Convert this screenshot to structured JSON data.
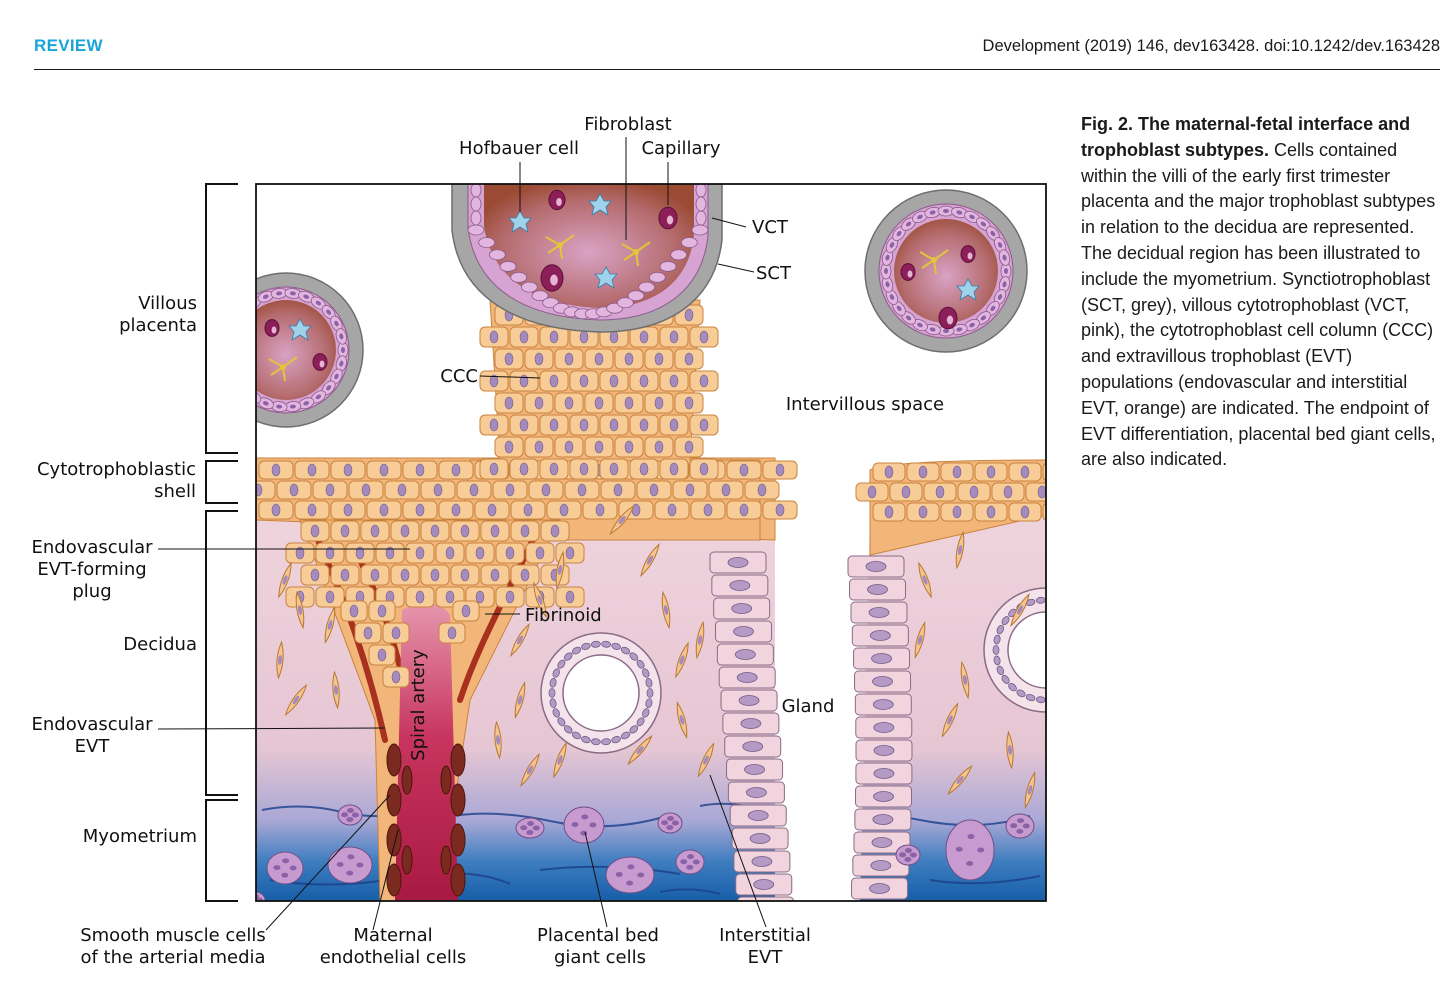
{
  "header": {
    "section": "REVIEW",
    "citation": "Development (2019) 146, dev163428. doi:10.1242/dev.163428"
  },
  "figure": {
    "bracket_labels": {
      "villous_1": "Villous",
      "villous_2": "placenta",
      "shell_1": "Cytotrophoblastic",
      "shell_2": "shell",
      "plug_1": "Endovascular",
      "plug_2": "EVT-forming",
      "plug_3": "plug",
      "decidua": "Decidua",
      "evt_1": "Endovascular",
      "evt_2": "EVT",
      "myometrium": "Myometrium"
    },
    "top_labels": {
      "fibroblast": "Fibroblast",
      "hofbauer": "Hofbauer cell",
      "capillary": "Capillary",
      "vct": "VCT",
      "sct": "SCT"
    },
    "inner_labels": {
      "ccc": "CCC",
      "intervillous": "Intervillous space",
      "fibrinoid": "Fibrinoid",
      "spiral": "Spiral artery",
      "gland": "Gland"
    },
    "bottom_labels": {
      "smooth_1": "Smooth muscle cells",
      "smooth_2": "of the arterial media",
      "endo_1": "Maternal",
      "endo_2": "endothelial cells",
      "giant_1": "Placental bed",
      "giant_2": "giant cells",
      "interstitial_1": "Interstitial",
      "interstitial_2": "EVT"
    },
    "colors": {
      "sct_grey": "#a9a9a9",
      "vct_pink": "#c79bc9",
      "evt_orange": "#f6c48e",
      "decidua_pink": "#e9cbd6",
      "myometrium_blue": "#2f6fb6",
      "artery_red": "#b5234b",
      "stroma_brown": "#a2543a"
    }
  },
  "caption": {
    "title": "Fig. 2. The maternal-fetal interface and trophoblast subtypes.",
    "body": "Cells contained within the villi of the early first trimester placenta and the major trophoblast subtypes in relation to the decidua are represented. The decidual region has been illustrated to include the myometrium. Synctiotrophoblast (SCT, grey), villous cytotrophoblast (VCT, pink), the cytotrophoblast cell column (CCC) and extravillous trophoblast (EVT) populations (endovascular and interstitial EVT, orange) are indicated. The endpoint of EVT differentiation, placental bed giant cells, are also indicated."
  }
}
